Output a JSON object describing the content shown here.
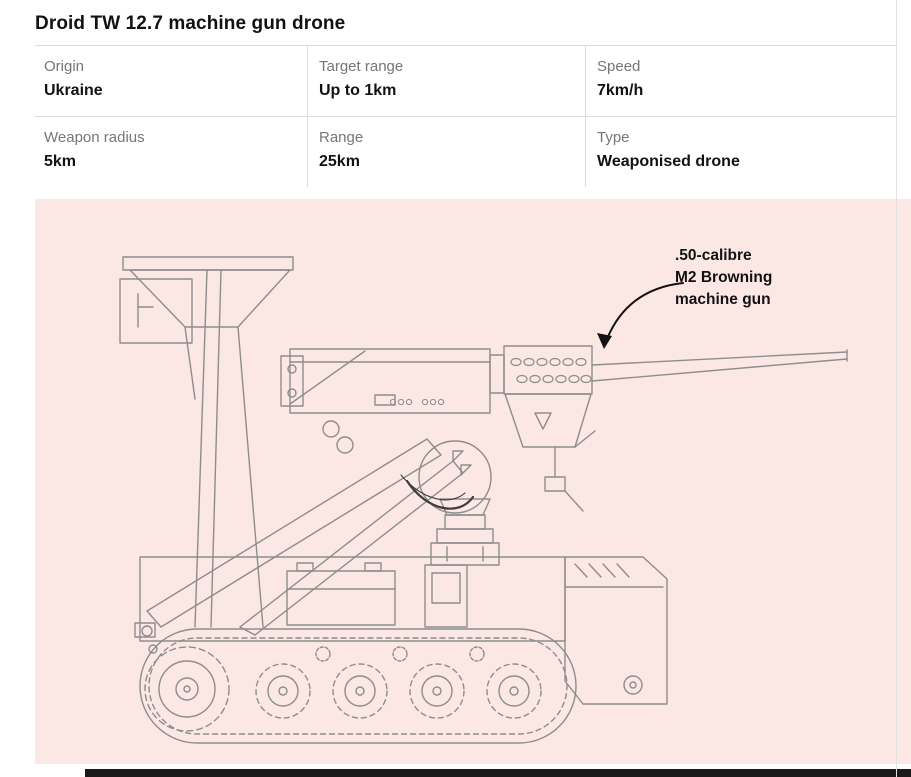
{
  "header": {
    "title": "Droid TW 12.7 machine gun drone"
  },
  "specs": {
    "rows": [
      {
        "cells": [
          {
            "label": "Origin",
            "value": "Ukraine"
          },
          {
            "label": "Target range",
            "value": "Up to 1km"
          },
          {
            "label": "Speed",
            "value": "7km/h"
          }
        ]
      },
      {
        "cells": [
          {
            "label": "Weapon radius",
            "value": "5km"
          },
          {
            "label": "Range",
            "value": "25km"
          },
          {
            "label": "Type",
            "value": "Weaponised drone"
          }
        ]
      }
    ]
  },
  "illustration": {
    "annotation_lines": [
      ".50-calibre",
      "M2 Browning",
      "machine gun"
    ],
    "colors": {
      "background": "#fbe7e4",
      "line_art": "#8d8d8d",
      "annotation_text": "#121212"
    }
  },
  "colors": {
    "rule": "#dcdcdc",
    "label_text": "#767676",
    "title_text": "#121212",
    "bottom_bar": "#1a1a1a"
  }
}
